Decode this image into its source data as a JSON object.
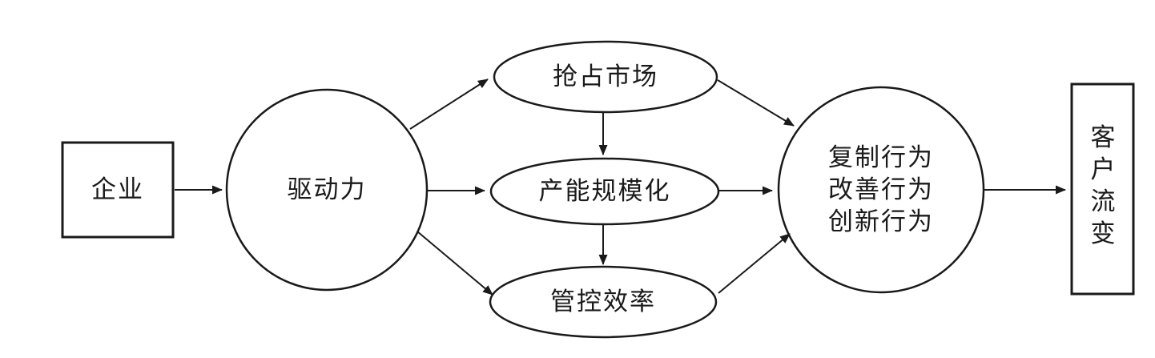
{
  "diagram": {
    "background_color": "#ffffff",
    "stroke_color": "#1a1a1a",
    "text_color": "#1a1a1a",
    "nodes": {
      "enterprise": {
        "label": "企业",
        "shape": "rectangle"
      },
      "driving_force": {
        "label": "驱动力",
        "shape": "circle"
      },
      "seize_market": {
        "label": "抢占市场",
        "shape": "ellipse"
      },
      "capacity_scaling": {
        "label": "产能规模化",
        "shape": "ellipse"
      },
      "control_efficiency": {
        "label": "管控效率",
        "shape": "ellipse"
      },
      "behaviors": {
        "label": "复制行为\n改善行为\n创新行为",
        "shape": "circle"
      },
      "customer_flow": {
        "label": "客户流变",
        "shape": "rectangle",
        "text_orientation": "vertical"
      }
    },
    "edges": [
      {
        "from": "enterprise",
        "to": "driving_force"
      },
      {
        "from": "driving_force",
        "to": "seize_market"
      },
      {
        "from": "driving_force",
        "to": "capacity_scaling"
      },
      {
        "from": "driving_force",
        "to": "control_efficiency"
      },
      {
        "from": "seize_market",
        "to": "capacity_scaling"
      },
      {
        "from": "capacity_scaling",
        "to": "control_efficiency"
      },
      {
        "from": "seize_market",
        "to": "behaviors"
      },
      {
        "from": "capacity_scaling",
        "to": "behaviors"
      },
      {
        "from": "control_efficiency",
        "to": "behaviors"
      },
      {
        "from": "behaviors",
        "to": "customer_flow"
      }
    ]
  }
}
